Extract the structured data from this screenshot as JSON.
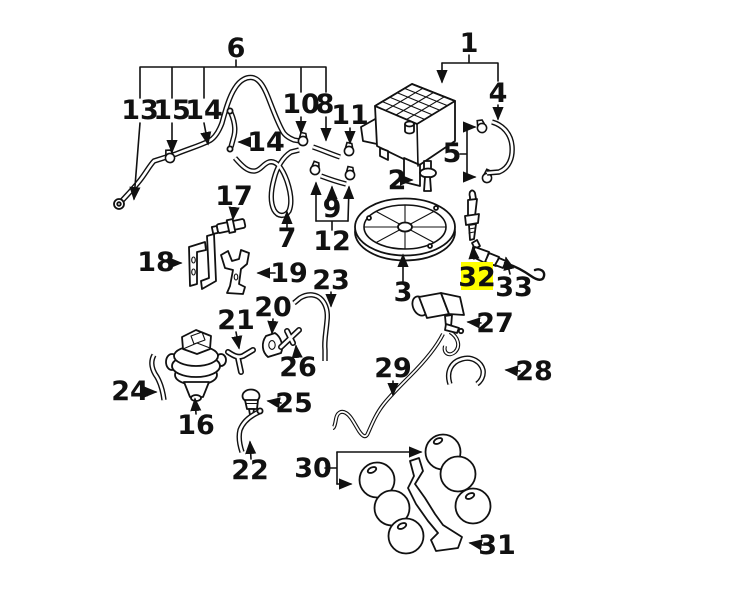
{
  "diagram": {
    "type": "parts-diagram",
    "background": "#ffffff",
    "line_color": "#111111",
    "highlight": {
      "part": "32",
      "fill": "#ffff00",
      "text_color": "#1b1b4e"
    },
    "callouts": {
      "c1": {
        "text": "1"
      },
      "c2": {
        "text": "2"
      },
      "c3": {
        "text": "3"
      },
      "c4": {
        "text": "4"
      },
      "c5": {
        "text": "5"
      },
      "c6": {
        "text": "6"
      },
      "c7": {
        "text": "7"
      },
      "c8": {
        "text": "8"
      },
      "c9": {
        "text": "9"
      },
      "c10": {
        "text": "10"
      },
      "c11": {
        "text": "11"
      },
      "c12": {
        "text": "12"
      },
      "c13": {
        "text": "13"
      },
      "c14": {
        "text": "14"
      },
      "c14b": {
        "text": "14"
      },
      "c15": {
        "text": "15"
      },
      "c16": {
        "text": "16"
      },
      "c17": {
        "text": "17"
      },
      "c18": {
        "text": "18"
      },
      "c19": {
        "text": "19"
      },
      "c20": {
        "text": "20"
      },
      "c21": {
        "text": "21"
      },
      "c22": {
        "text": "22"
      },
      "c23": {
        "text": "23"
      },
      "c24": {
        "text": "24"
      },
      "c25": {
        "text": "25"
      },
      "c26": {
        "text": "26"
      },
      "c27": {
        "text": "27"
      },
      "c28": {
        "text": "28"
      },
      "c29": {
        "text": "29"
      },
      "c30": {
        "text": "30"
      },
      "c31": {
        "text": "31"
      },
      "c32": {
        "text": "32"
      },
      "c33": {
        "text": "33"
      }
    }
  }
}
